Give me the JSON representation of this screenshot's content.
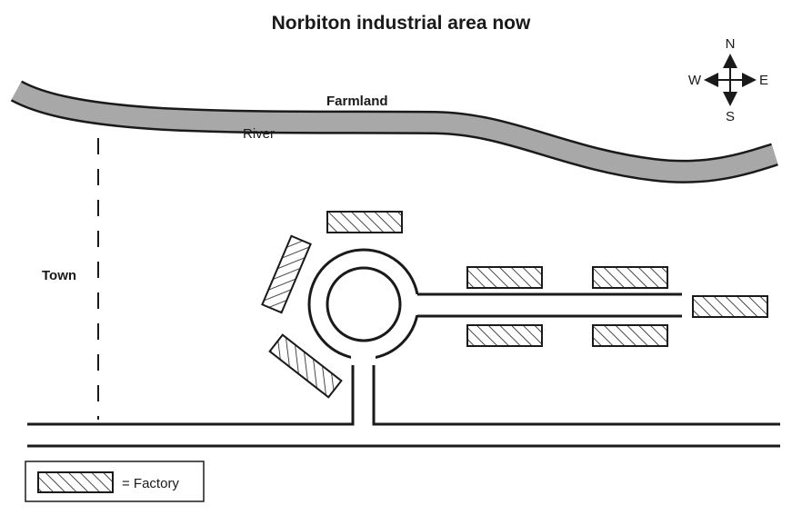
{
  "title": "Norbiton industrial area now",
  "labels": {
    "farmland": "Farmland",
    "river": "River",
    "town": "Town"
  },
  "compass": {
    "north": "N",
    "south": "S",
    "east": "E",
    "west": "W"
  },
  "legend": {
    "factory_label": "= Factory"
  },
  "factories": [
    {
      "id": "north-of-roundabout"
    },
    {
      "id": "west-of-roundabout-upper"
    },
    {
      "id": "west-of-roundabout-lower"
    },
    {
      "id": "east-road-north-1"
    },
    {
      "id": "east-road-north-2"
    },
    {
      "id": "east-road-south-1"
    },
    {
      "id": "east-road-south-2"
    },
    {
      "id": "east-road-end"
    }
  ],
  "colors": {
    "ink": "#1a1a1a",
    "river_fill": "#a8a8a8",
    "background": "#ffffff"
  }
}
